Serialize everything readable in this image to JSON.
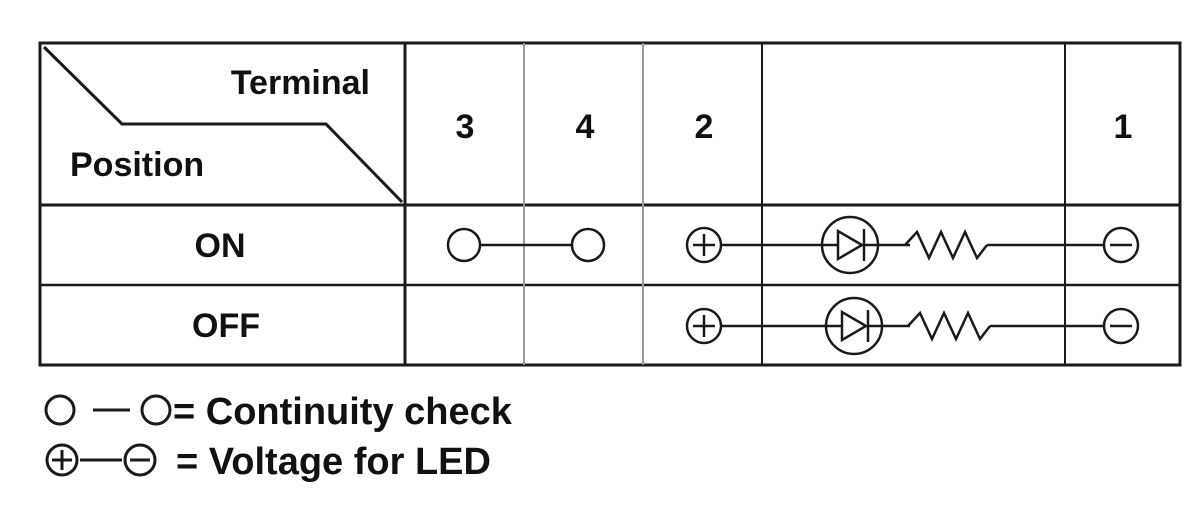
{
  "table": {
    "corner_top_label": "Terminal",
    "corner_bottom_label": "Position",
    "terminals": [
      "3",
      "4",
      "2",
      "",
      "1"
    ],
    "rows": [
      {
        "position": "ON",
        "continuity_3_4": true,
        "led_2_1": true
      },
      {
        "position": "OFF",
        "continuity_3_4": false,
        "led_2_1": true
      }
    ]
  },
  "legend": {
    "continuity_text": "= Continuity check",
    "voltage_text": "= Voltage for LED"
  },
  "colors": {
    "line": "#1a1a1a",
    "grid_light": "#9a9a9a"
  }
}
